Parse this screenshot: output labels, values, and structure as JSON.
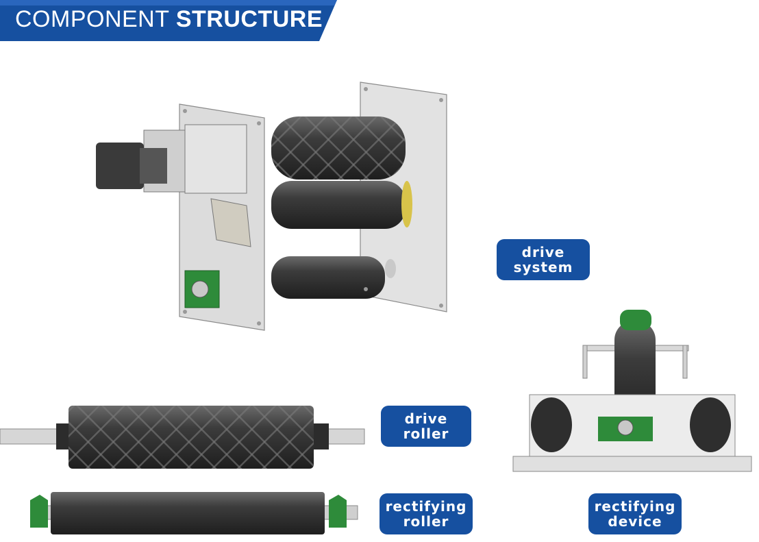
{
  "header": {
    "title_light": "COMPONENT",
    "title_bold": "STRUCTURE"
  },
  "colors": {
    "brand_blue": "#1650a0",
    "roller_dark": "#3a3a3a",
    "bearing_green": "#2e8b3a",
    "frame_grey": "#d9d9d9"
  },
  "labels": {
    "drive_system": [
      "drive",
      "system"
    ],
    "drive_roller": [
      "drive",
      "roller"
    ],
    "rectifying_roller": [
      "rectifying",
      "roller"
    ],
    "rectifying_device": [
      "rectifying",
      "device"
    ]
  }
}
